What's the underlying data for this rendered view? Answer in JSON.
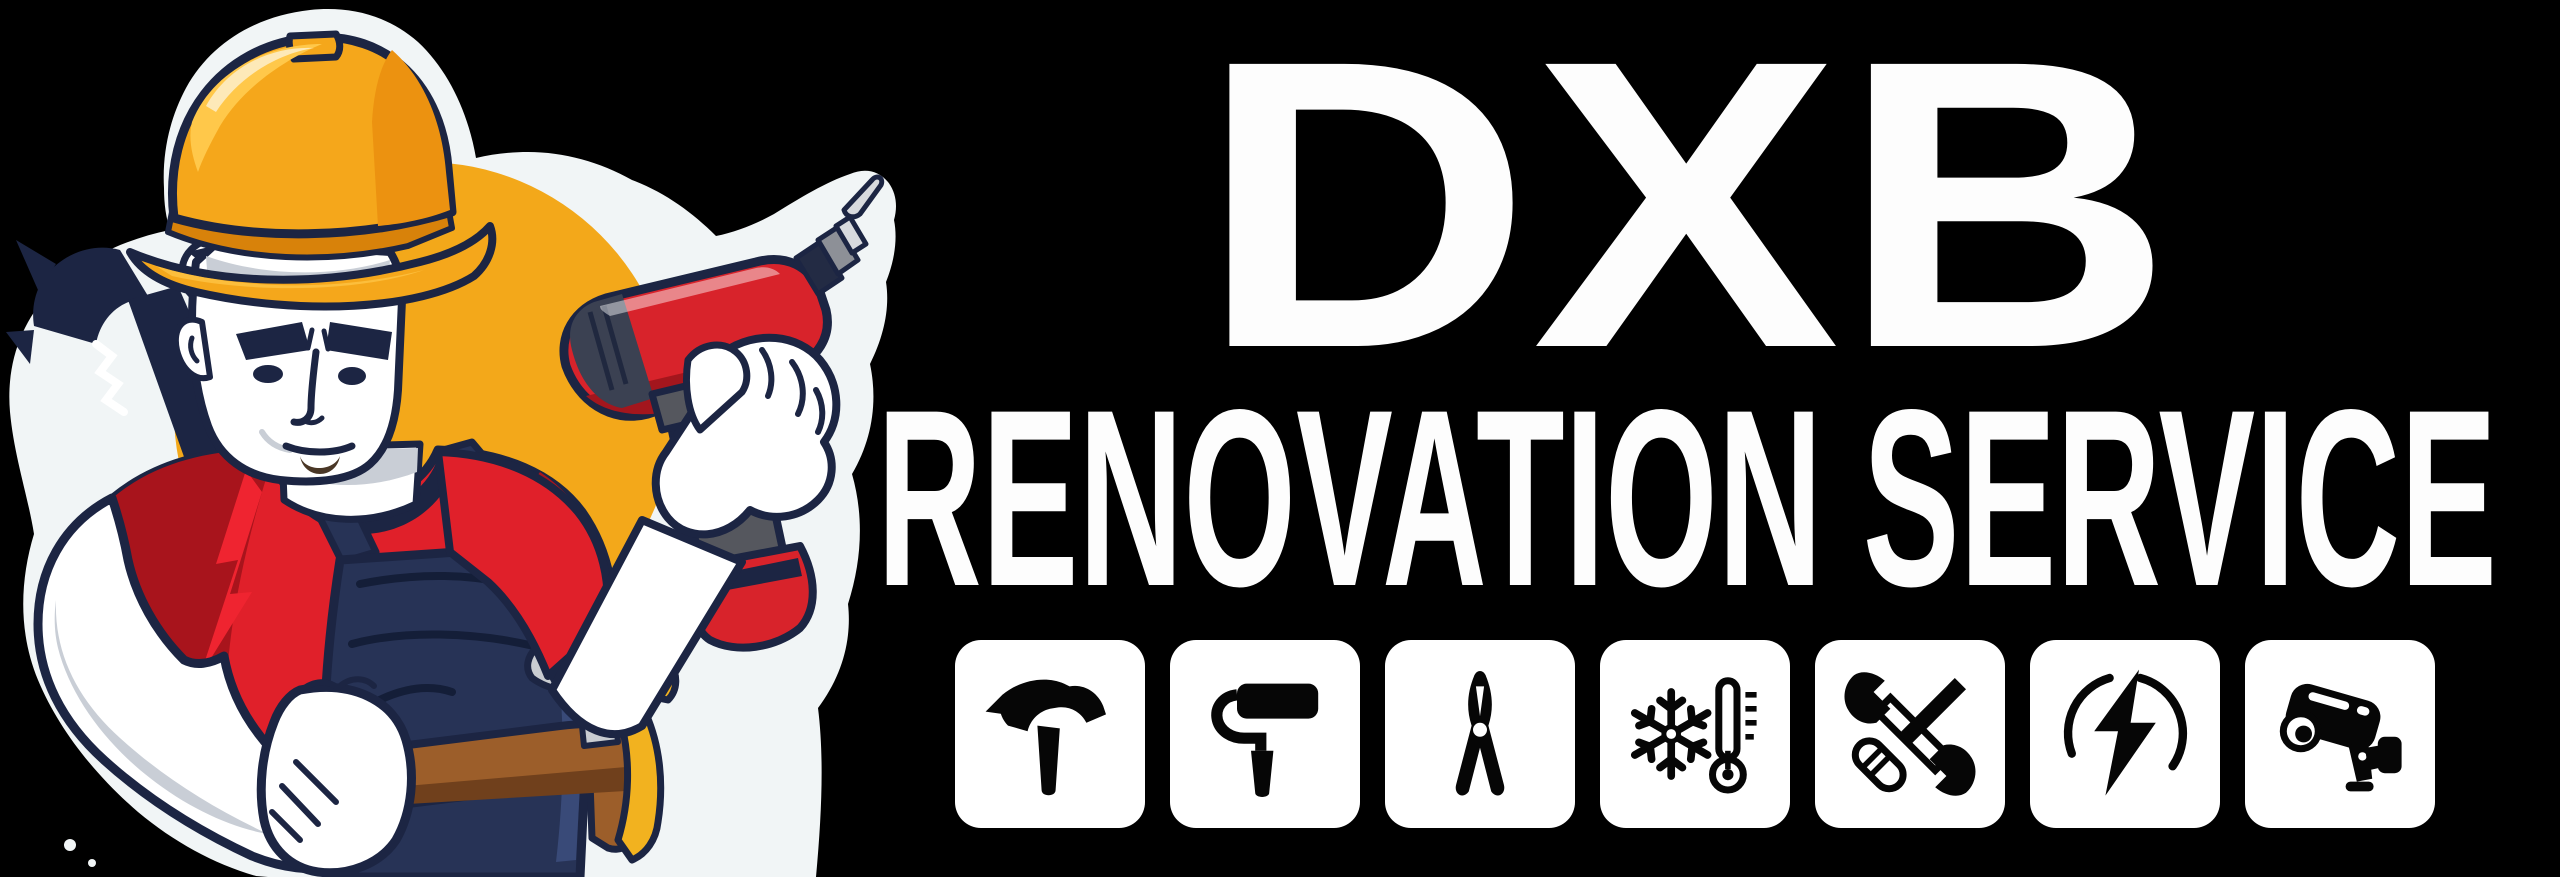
{
  "brand": {
    "title": "DXB",
    "subtitle": "RENOVATION SERVICE"
  },
  "mascot": {
    "description": "Cartoon handyman mascot: stern-faced worker in yellow hard hat, red t-shirt and navy overalls with brown tool belt (hammer and yellow wrench hanging), flexed white arm with fist, holding a red cordless drill pointed up-right, dark tool silhouettes behind shoulder, yellow circle backdrop, white sticker outline"
  },
  "services": [
    {
      "id": "hammer",
      "icon": "hammer-icon"
    },
    {
      "id": "paint-roller",
      "icon": "paint-roller-icon"
    },
    {
      "id": "pliers",
      "icon": "pliers-icon"
    },
    {
      "id": "hvac",
      "icon": "snowflake-thermometer-icon"
    },
    {
      "id": "maintenance",
      "icon": "wrench-screwdriver-icon"
    },
    {
      "id": "electrical",
      "icon": "lightning-bolt-icon"
    },
    {
      "id": "cctv",
      "icon": "cctv-camera-icon"
    }
  ],
  "colors": {
    "bg": "#000000",
    "text": "#fdfdfd",
    "halo": "#f1f5f6",
    "tile_bg": "#ffffff",
    "tile_icon": "#060606",
    "outline": "#1c2543",
    "circle": "#f3a81a",
    "hat": "#f5a71b",
    "hat_dark": "#ec9210",
    "hat_under": "#d8820a",
    "hat_light": "#ffc84a",
    "hat_cream": "#fde9b8",
    "skin": "#ffffff",
    "skin_shade": "#c9ced6",
    "shirt": "#e0202a",
    "shirt_dark": "#a8141c",
    "shirt_bolt": "#ef2430",
    "overall": "#273356",
    "overall_light": "#394a78",
    "overall_dark": "#141e38",
    "belt": "#9c5e2a",
    "belt_dark": "#70401c",
    "tool_gray": "#c9ccd1",
    "drill_red": "#d8232b",
    "drill_red_dark": "#a3161d",
    "drill_gray": "#55575e",
    "drill_gray_mid": "#8d9097",
    "drill_gray_light": "#d8dade",
    "chuck_navy": "#232b44",
    "vent_gray": "#3b4152",
    "wrench_yellow": "#f2b21f",
    "beard": "#4a3726"
  }
}
